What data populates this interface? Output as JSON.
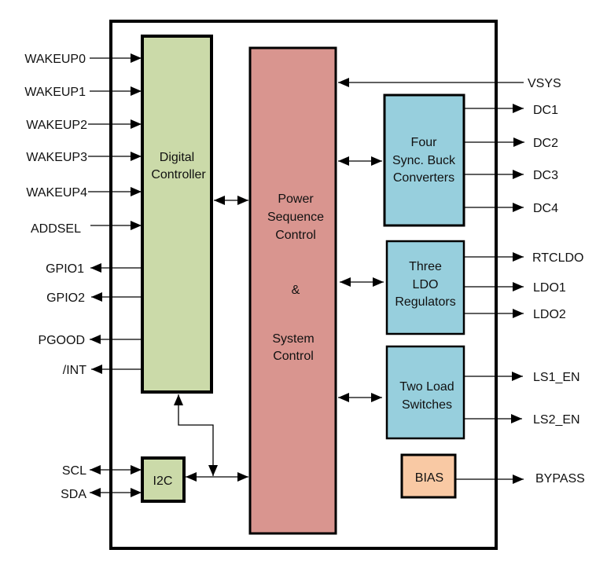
{
  "diagram": {
    "colors": {
      "digital": "#cbdaa9",
      "power": "#d9958f",
      "converter": "#97cfdd",
      "bias": "#f9c9a4",
      "line": "#000000"
    },
    "blocks": {
      "digital_controller": {
        "line1": "Digital",
        "line2": "Controller"
      },
      "power_sequence": {
        "line1": "Power",
        "line2": "Sequence",
        "line3": "Control",
        "line4": "&",
        "line5": "System",
        "line6": "Control"
      },
      "buck": {
        "line1": "Four",
        "line2": "Sync. Buck",
        "line3": "Converters"
      },
      "ldo": {
        "line1": "Three",
        "line2": "LDO",
        "line3": "Regulators"
      },
      "load_switch": {
        "line1": "Two Load",
        "line2": "Switches"
      },
      "bias": {
        "label": "BIAS"
      },
      "i2c": {
        "label": "I2C"
      }
    },
    "left_pins": {
      "wakeup0": "WAKEUP0",
      "wakeup1": "WAKEUP1",
      "wakeup2": "WAKEUP2",
      "wakeup3": "WAKEUP3",
      "wakeup4": "WAKEUP4",
      "addsel": "ADDSEL",
      "gpio1": "GPIO1",
      "gpio2": "GPIO2",
      "pgood": "PGOOD",
      "int": "/INT",
      "scl": "SCL",
      "sda": "SDA"
    },
    "right_pins": {
      "vsys": "VSYS",
      "dc1": "DC1",
      "dc2": "DC2",
      "dc3": "DC3",
      "dc4": "DC4",
      "rtcldo": "RTCLDO",
      "ldo1": "LDO1",
      "ldo2": "LDO2",
      "ls1_en": "LS1_EN",
      "ls2_en": "LS2_EN",
      "bypass": "BYPASS"
    }
  }
}
